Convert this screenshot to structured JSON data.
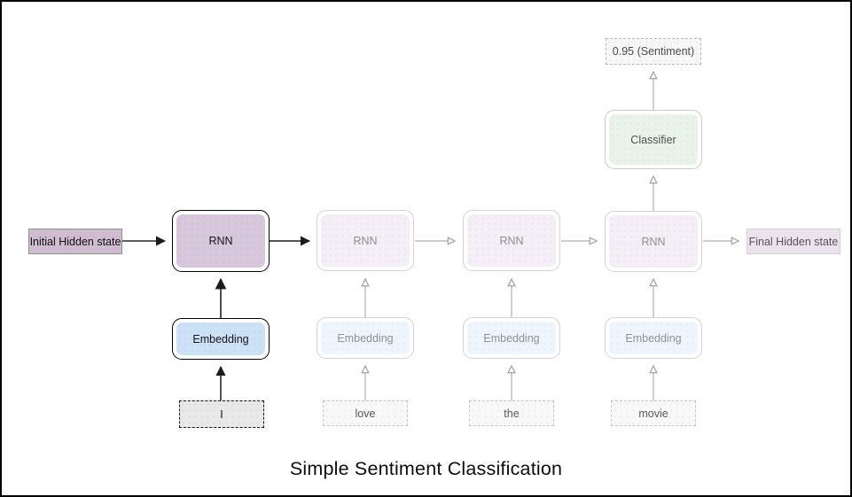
{
  "title": "Simple Sentiment Classification",
  "states": {
    "initial": "Initial Hidden state",
    "final": "Final Hidden state"
  },
  "classifier": {
    "label": "Classifier"
  },
  "output": {
    "label": "0.95 (Sentiment)"
  },
  "columns": [
    {
      "word": "I",
      "embedding": "Embedding",
      "rnn": "RNN",
      "active": true
    },
    {
      "word": "love",
      "embedding": "Embedding",
      "rnn": "RNN",
      "active": false
    },
    {
      "word": "the",
      "embedding": "Embedding",
      "rnn": "RNN",
      "active": false
    },
    {
      "word": "movie",
      "embedding": "Embedding",
      "rnn": "RNN",
      "active": false
    }
  ],
  "colors": {
    "rnn_active_fill": "#d7c7dd",
    "rnn_faded_fill": "#f4eef6",
    "embedding_active_fill": "#cce0f6",
    "embedding_faded_fill": "#eff5fd",
    "classifier_fill": "#eaf3ea",
    "initial_state_fill": "#d0bcd1",
    "final_state_fill": "#ebe2ee",
    "word_active_fill": "#e8e8e8",
    "word_faded_fill": "#f8f8f8",
    "arrow_active": "#2a2a2a",
    "arrow_faded": "#b0b0b0",
    "frame_border": "#000000"
  }
}
